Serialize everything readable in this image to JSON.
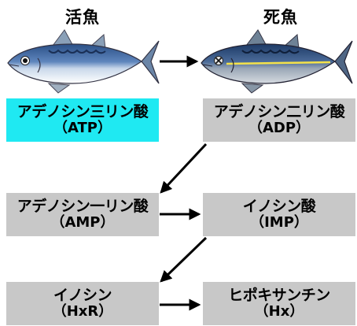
{
  "titles": {
    "live_fish": "活魚",
    "dead_fish": "死魚"
  },
  "colors": {
    "highlight": "#1fe9f2",
    "box": "#c8c8c8",
    "arrow": "#000000"
  },
  "icons": {
    "live_fish": "fresh-mackerel-illustration",
    "dead_fish": "dead-mackerel-illustration"
  },
  "boxes": [
    {
      "name": "アデノシン三リン酸",
      "abbr": "（ATP）"
    },
    {
      "name": "アデノシン二リン酸",
      "abbr": "（ADP）"
    },
    {
      "name": "アデノシン一リン酸",
      "abbr": "（AMP）"
    },
    {
      "name": "イノシン酸",
      "abbr": "（IMP）"
    },
    {
      "name": "イノシン",
      "abbr": "（HxR）"
    },
    {
      "name": "ヒポキサンチン",
      "abbr": "（Hx）"
    }
  ]
}
